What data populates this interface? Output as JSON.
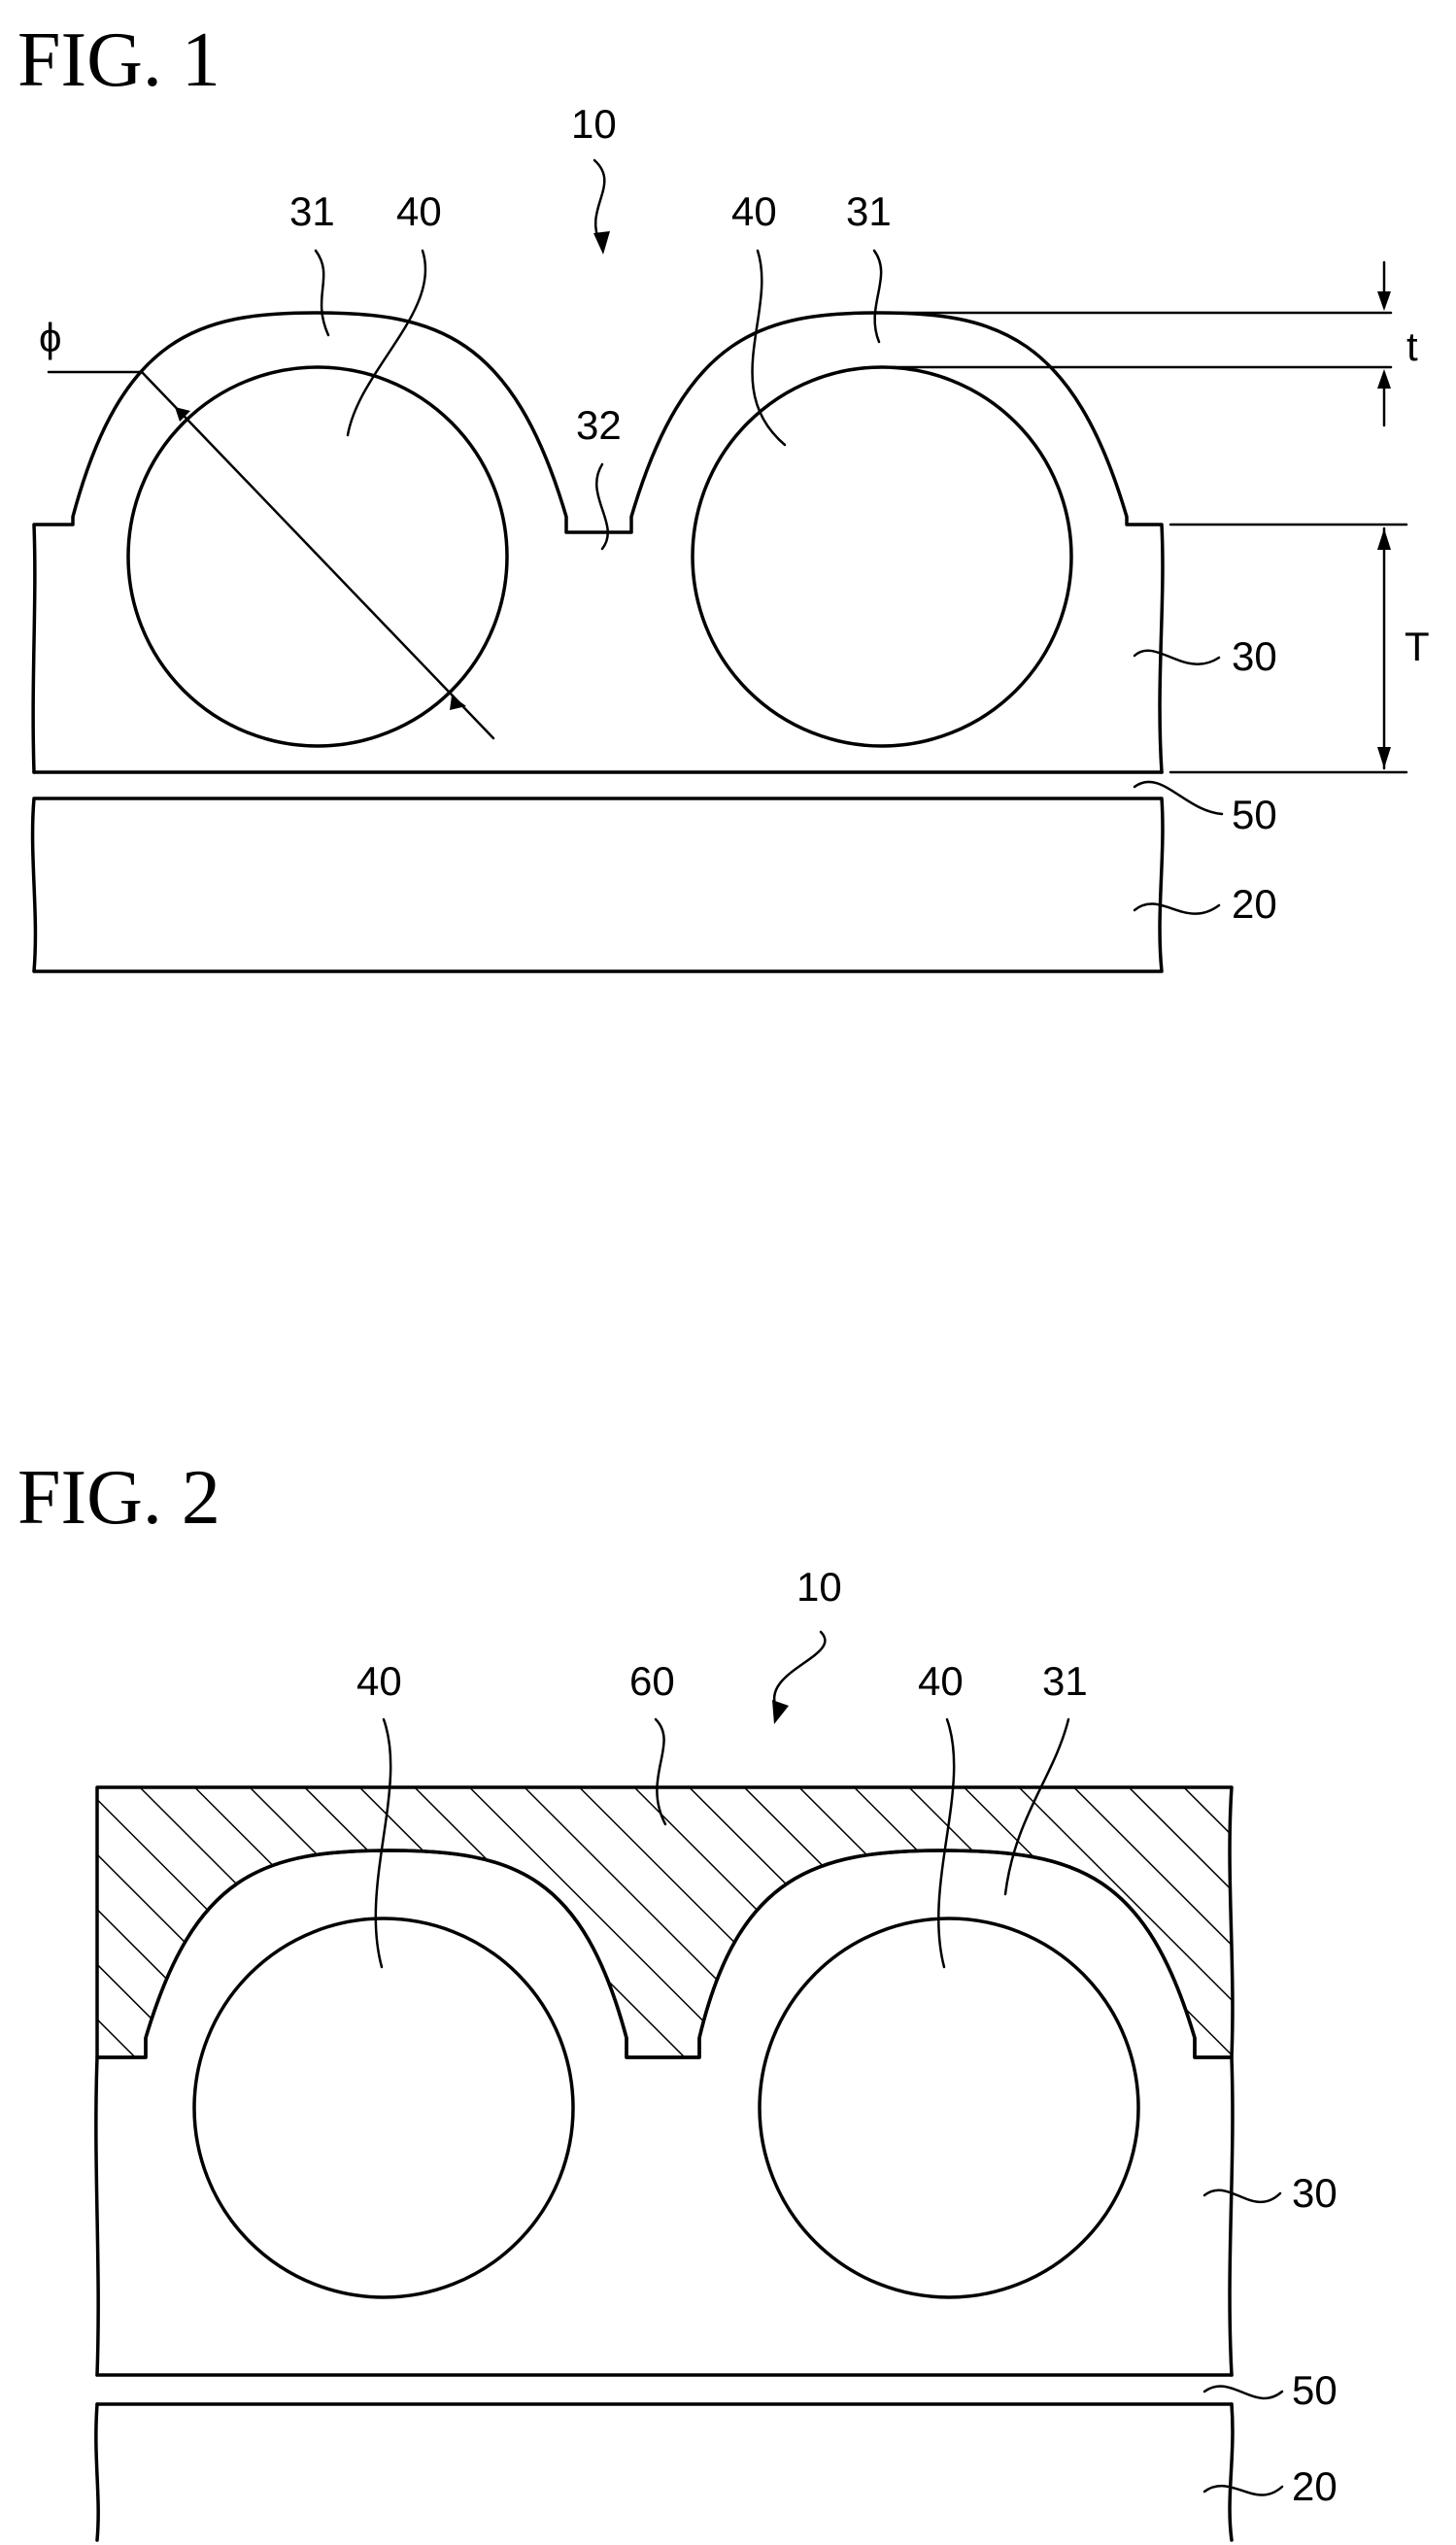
{
  "figures": [
    {
      "title": "FIG. 1",
      "labels": {
        "assembly": "10",
        "cover_left": "31",
        "fiber_left": "40",
        "fiber_right": "40",
        "cover_right": "31",
        "groove": "32",
        "diameter": "ϕ",
        "cover_thickness": "t",
        "resin_layer": "30",
        "layer_thickness": "T",
        "adhesive_layer": "50",
        "substrate": "20"
      }
    },
    {
      "title": "FIG. 2",
      "labels": {
        "assembly": "10",
        "fiber_left": "40",
        "filler": "60",
        "fiber_right": "40",
        "cover_right": "31",
        "resin_layer": "30",
        "adhesive_layer": "50",
        "substrate": "20"
      }
    }
  ]
}
